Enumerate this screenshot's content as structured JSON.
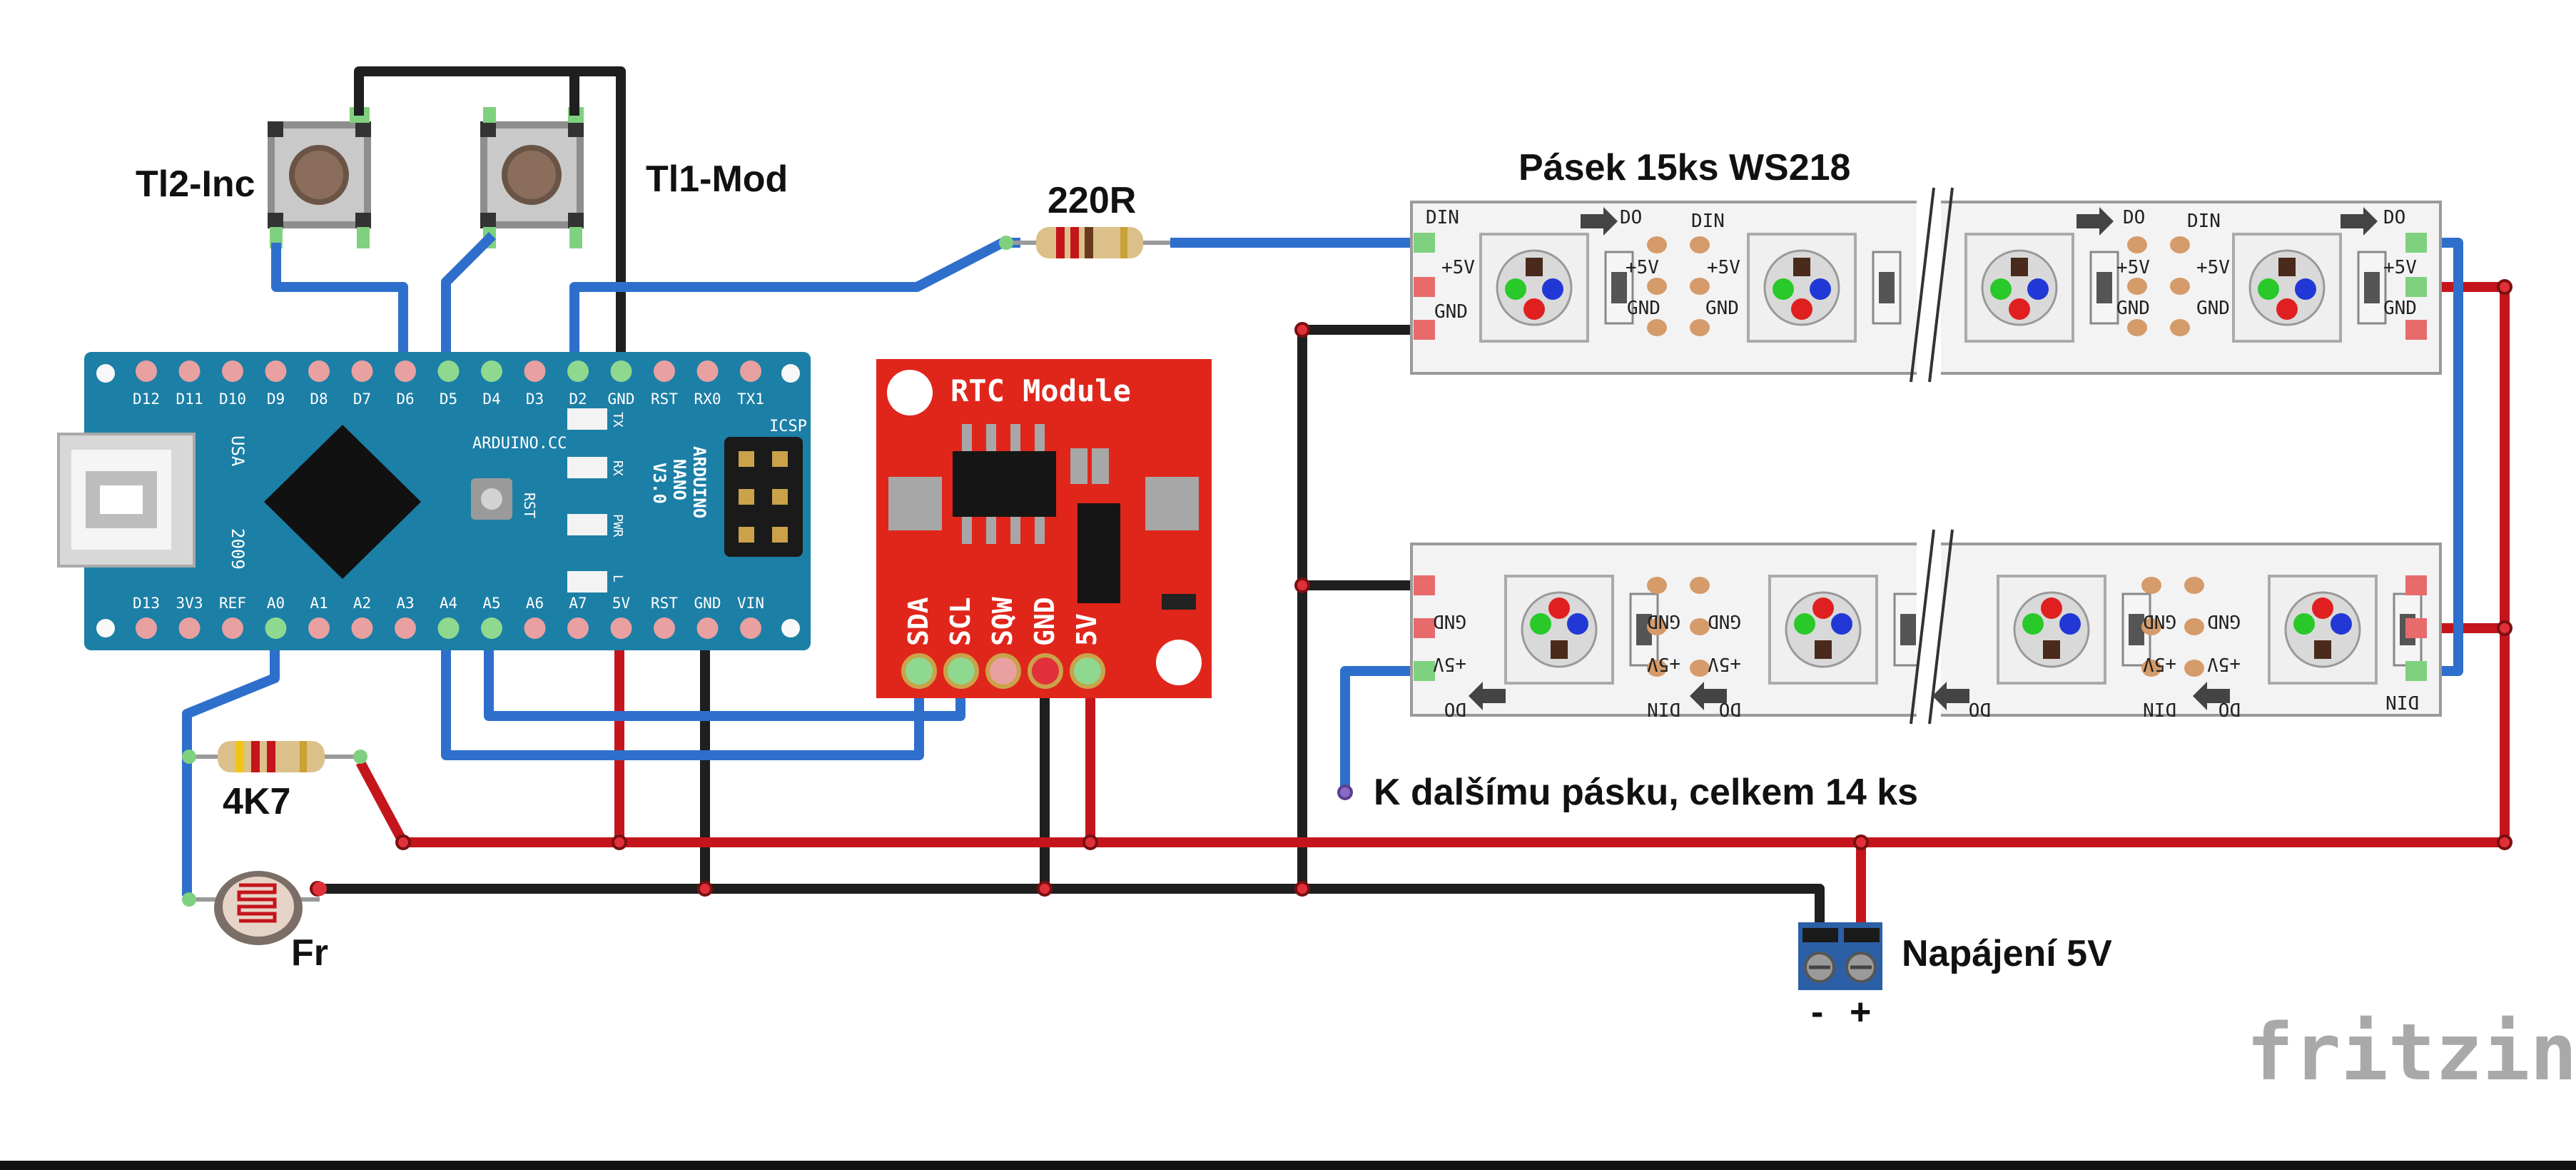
{
  "labels": {
    "button2": "Tl2-Inc",
    "button1": "Tl1-Mod",
    "resistor_top": "220R",
    "resistor_bottom": "4K7",
    "ldr": "Fr",
    "strip_title": "Pásek 15ks WS218",
    "next_strip": "K dalšímu pásku, celkem 14 ks",
    "power": "Napájení 5V",
    "terminal_minus": "-",
    "terminal_plus": "+",
    "watermark": "fritzing"
  },
  "arduino": {
    "top_pins": [
      "D12",
      "D11",
      "D10",
      "D9",
      "D8",
      "D7",
      "D6",
      "D5",
      "D4",
      "D3",
      "D2",
      "GND",
      "RST",
      "RX0",
      "TX1"
    ],
    "bottom_pins": [
      "D13",
      "3V3",
      "REF",
      "A0",
      "A1",
      "A2",
      "A3",
      "A4",
      "A5",
      "A6",
      "A7",
      "5V",
      "RST",
      "GND",
      "VIN"
    ],
    "site": "ARDUINO.CC",
    "name_lines": [
      "ARDUINO",
      "NANO",
      "V3.0"
    ],
    "usa": "USA",
    "year": "2009",
    "rst": "RST",
    "icsp": "ICSP",
    "led_labels": [
      "TX",
      "RX",
      "PWR",
      "L"
    ]
  },
  "rtc": {
    "title": "RTC Module",
    "pins": [
      "SDA",
      "SCL",
      "SQW",
      "GND",
      "5V"
    ]
  },
  "strip": {
    "din": "DIN",
    "do": "DO",
    "plus5v": "+5V",
    "gnd": "GND"
  },
  "colors": {
    "wire_blue": "#2f6fcc",
    "wire_red": "#c4151c",
    "wire_black": "#1f1f1f",
    "nano_board": "#1c7fa6",
    "rtc_board": "#e0261b"
  }
}
